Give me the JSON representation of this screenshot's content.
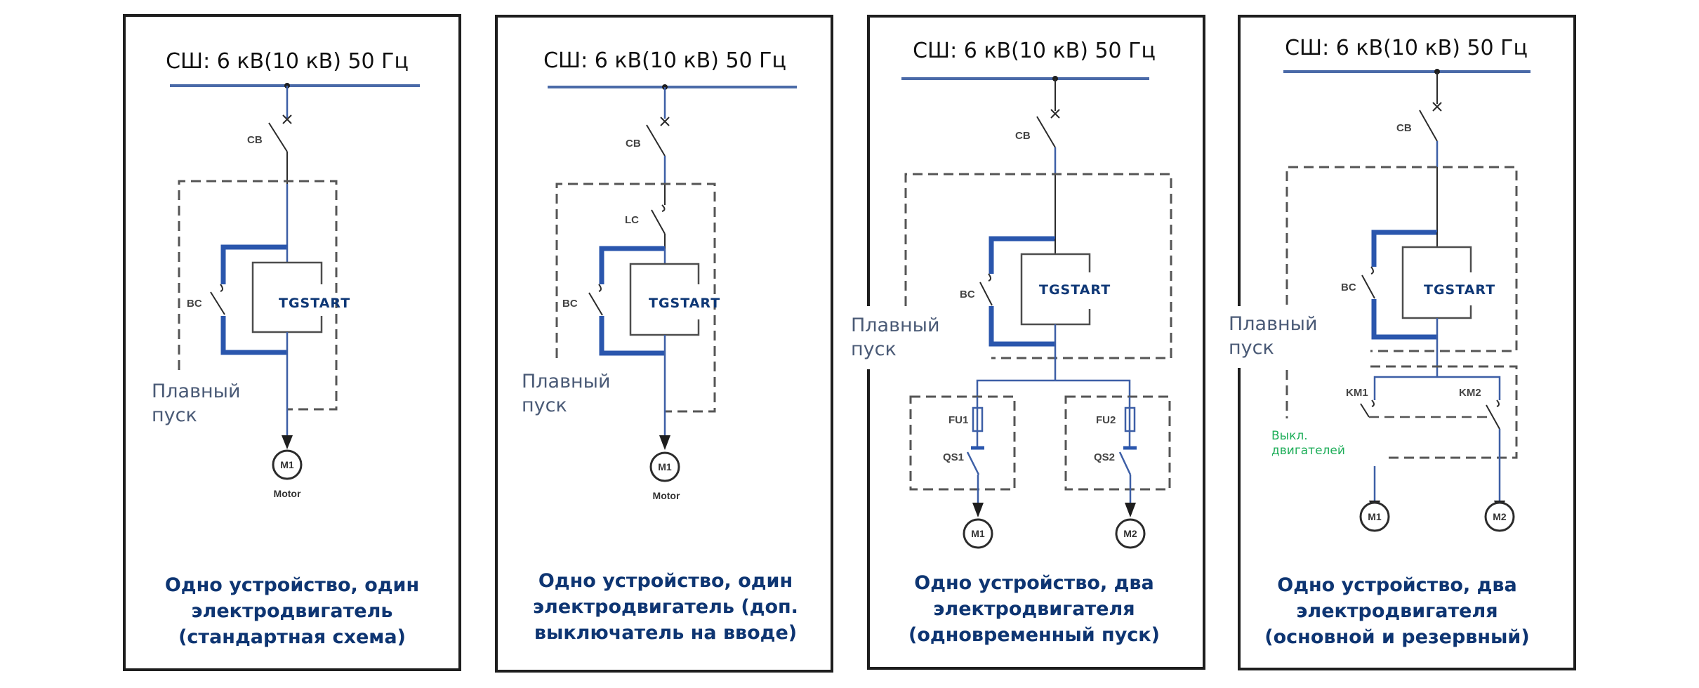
{
  "figure": {
    "panels": [
      {
        "id": "standard",
        "bus_label": "СШ: 6 кВ(10 кВ) 50 Гц",
        "labels": {
          "cb": "CB",
          "bc": "BC",
          "device": "TGSTART"
        },
        "soft_start_label": [
          "Плавный",
          "пуск"
        ],
        "motors": [
          {
            "label": "M1",
            "caption": "Motor"
          }
        ],
        "caption": [
          "Одно устройство, один",
          "электродвигатель",
          "(стандартная схема)"
        ]
      },
      {
        "id": "input-switch",
        "bus_label": "СШ: 6 кВ(10 кВ) 50 Гц",
        "labels": {
          "cb": "CB",
          "lc": "LC",
          "bc": "BC",
          "device": "TGSTART"
        },
        "soft_start_label": [
          "Плавный",
          "пуск"
        ],
        "motors": [
          {
            "label": "M1",
            "caption": "Motor"
          }
        ],
        "caption": [
          "Одно устройство, один",
          "электродвигатель (доп.",
          "выключатель на вводе)"
        ]
      },
      {
        "id": "simultaneous",
        "bus_label": "СШ: 6 кВ(10 кВ) 50 Гц",
        "labels": {
          "cb": "CB",
          "bc": "BC",
          "device": "TGSTART",
          "fu1": "FU1",
          "qs1": "QS1",
          "fu2": "FU2",
          "qs2": "QS2"
        },
        "soft_start_label": [
          "Плавный",
          "пуск"
        ],
        "motors": [
          {
            "label": "M1"
          },
          {
            "label": "M2"
          }
        ],
        "caption": [
          "Одно устройство, два",
          "электродвигателя",
          "(одновременный пуск)"
        ]
      },
      {
        "id": "main-reserve",
        "bus_label": "СШ: 6 кВ(10 кВ) 50 Гц",
        "labels": {
          "cb": "CB",
          "bc": "BC",
          "device": "TGSTART",
          "km1": "KM1",
          "km2": "KM2"
        },
        "soft_start_label": [
          "Плавный",
          "пуск"
        ],
        "motor_switch_label": [
          "Выкл.",
          "двигателей"
        ],
        "motors": [
          {
            "label": "M1"
          },
          {
            "label": "M2"
          }
        ],
        "caption": [
          "Одно устройство, два",
          "электродвигателя",
          "(основной  и резервный)"
        ]
      }
    ],
    "colors": {
      "bus": "#4a6aa8",
      "bypass": "#2a56ad",
      "caption": "#0e3572",
      "device": "#0e3776",
      "soft_start": "#4a5a76",
      "motor_switch": "#1fae5a"
    }
  }
}
